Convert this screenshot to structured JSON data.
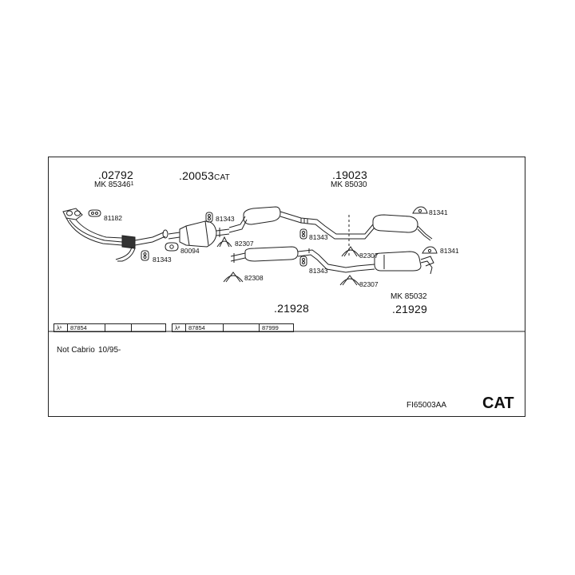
{
  "parts": {
    "p02792": {
      "number": ".02792",
      "mk": "MK 85346",
      "mk_sup": "1"
    },
    "p20053": {
      "number": ".20053",
      "suffix": "CAT"
    },
    "p19023": {
      "number": ".19023",
      "mk": "MK 85030"
    },
    "p21928": {
      "number": ".21928"
    },
    "p21929": {
      "number": ".21929",
      "mk": "MK 85032"
    }
  },
  "small_parts": {
    "s81182": "81182",
    "s81343a": "81343",
    "s80094": "80094",
    "s81343b": "81343",
    "s82307a": "82307",
    "s81343c": "81343",
    "s81343d": "81343",
    "s82308": "82308",
    "s82307b": "82307",
    "s82307c": "82307",
    "s81341a": "81341",
    "s81341b": "81341"
  },
  "lambda1": {
    "label": "λ¹",
    "cells": [
      "87854",
      "",
      ""
    ]
  },
  "lambda2": {
    "label": "λ²",
    "cells": [
      "87854",
      "",
      "87999"
    ]
  },
  "notes": {
    "model": "Not Cabrio",
    "date": "10/95-"
  },
  "footer": {
    "code": "FI65003AA",
    "cat": "CAT"
  }
}
